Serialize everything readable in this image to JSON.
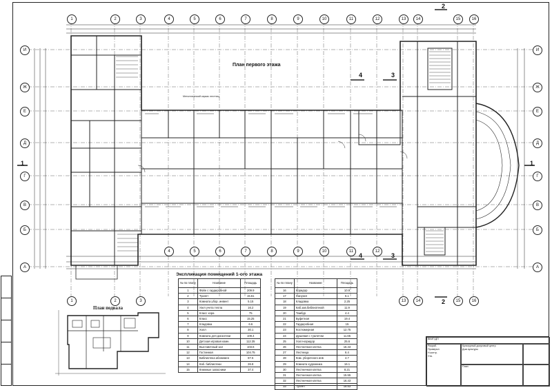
{
  "drawing": {
    "plan_title": "План первого этажа",
    "basement_title": "План подвала",
    "explication_title": "Экспликация помещений 1-ого этажа",
    "section_marks": [
      "1",
      "2",
      "3",
      "4"
    ],
    "annotation": "Металлический каркас лестниц",
    "grid_cols": [
      "1",
      "2",
      "3",
      "4",
      "5",
      "6",
      "7",
      "8",
      "9",
      "10",
      "11",
      "12",
      "13",
      "14",
      "15",
      "16"
    ],
    "grid_rows": [
      "И",
      "Ж",
      "Е",
      "Д",
      "Г",
      "В",
      "Б",
      "А"
    ]
  },
  "explication": {
    "headers": [
      "№ по плану",
      "Название",
      "Площадь"
    ],
    "left": [
      [
        "1",
        "Фойе с гардеробной",
        "209.9"
      ],
      [
        "2",
        "Туалет",
        "15.61"
      ],
      [
        "3",
        "Комната убор. инвент",
        "5.15"
      ],
      [
        "4",
        "Узел учета тепла",
        "16.2"
      ],
      [
        "5",
        "Класс хора",
        "75"
      ],
      [
        "6",
        "Класс",
        "15.25"
      ],
      [
        "7",
        "Кладовка",
        "6.6"
      ],
      [
        "8",
        "Холл",
        "30.1"
      ],
      [
        "9",
        "Комната для дискотеки",
        "109.4"
      ],
      [
        "10",
        "Детская игровая комн.",
        "112.35"
      ],
      [
        "11",
        "Выставочный зал",
        "103.6"
      ],
      [
        "12",
        "Гостинная",
        "104.75"
      ],
      [
        "13",
        "Библиотека абонимен",
        "87.5"
      ],
      [
        "14",
        "Каб. библиотеки",
        "26.8"
      ],
      [
        "15",
        "Книжные запасники",
        "37.4"
      ]
    ],
    "right": [
      [
        "16",
        "Коридор",
        "10.9"
      ],
      [
        "17",
        "Санузел",
        "6.1"
      ],
      [
        "18",
        "Кладовка",
        "2.25"
      ],
      [
        "19",
        "Каб.зав.библиотекой",
        "11.9"
      ],
      [
        "20",
        "Тамбур",
        "4.4"
      ],
      [
        "21",
        "Буфетная",
        "19.4"
      ],
      [
        "22",
        "Гардеробная",
        "15"
      ],
      [
        "23",
        "Костюмерная",
        "12.75"
      ],
      [
        "24",
        "Душевая с туалетом",
        "11.65"
      ],
      [
        "25",
        "Холл-коридор",
        "25.6"
      ],
      [
        "26",
        "Лестничная клетка",
        "16.43"
      ],
      [
        "27",
        "Лестница",
        "6.4"
      ],
      [
        "28",
        "Ком. уборочного инв",
        "4.7"
      ],
      [
        "29",
        "Комната художника",
        "16.1"
      ],
      [
        "30",
        "Лестничная клетка",
        "8.21"
      ],
      [
        "31",
        "Лестничная клетка",
        "15.55"
      ],
      [
        "32",
        "Лестничная клетка",
        "16.43"
      ],
      [
        "33",
        "Туалет",
        "15.53"
      ]
    ]
  },
  "stamp": {
    "code": "ВКИП.ДП",
    "title": "Культурный досуговый центр",
    "subtitle": "Дом культуры",
    "sheet_label": "План",
    "rows": [
      "Разраб.",
      "Проверил",
      "Н.контр.",
      "Утв."
    ]
  }
}
